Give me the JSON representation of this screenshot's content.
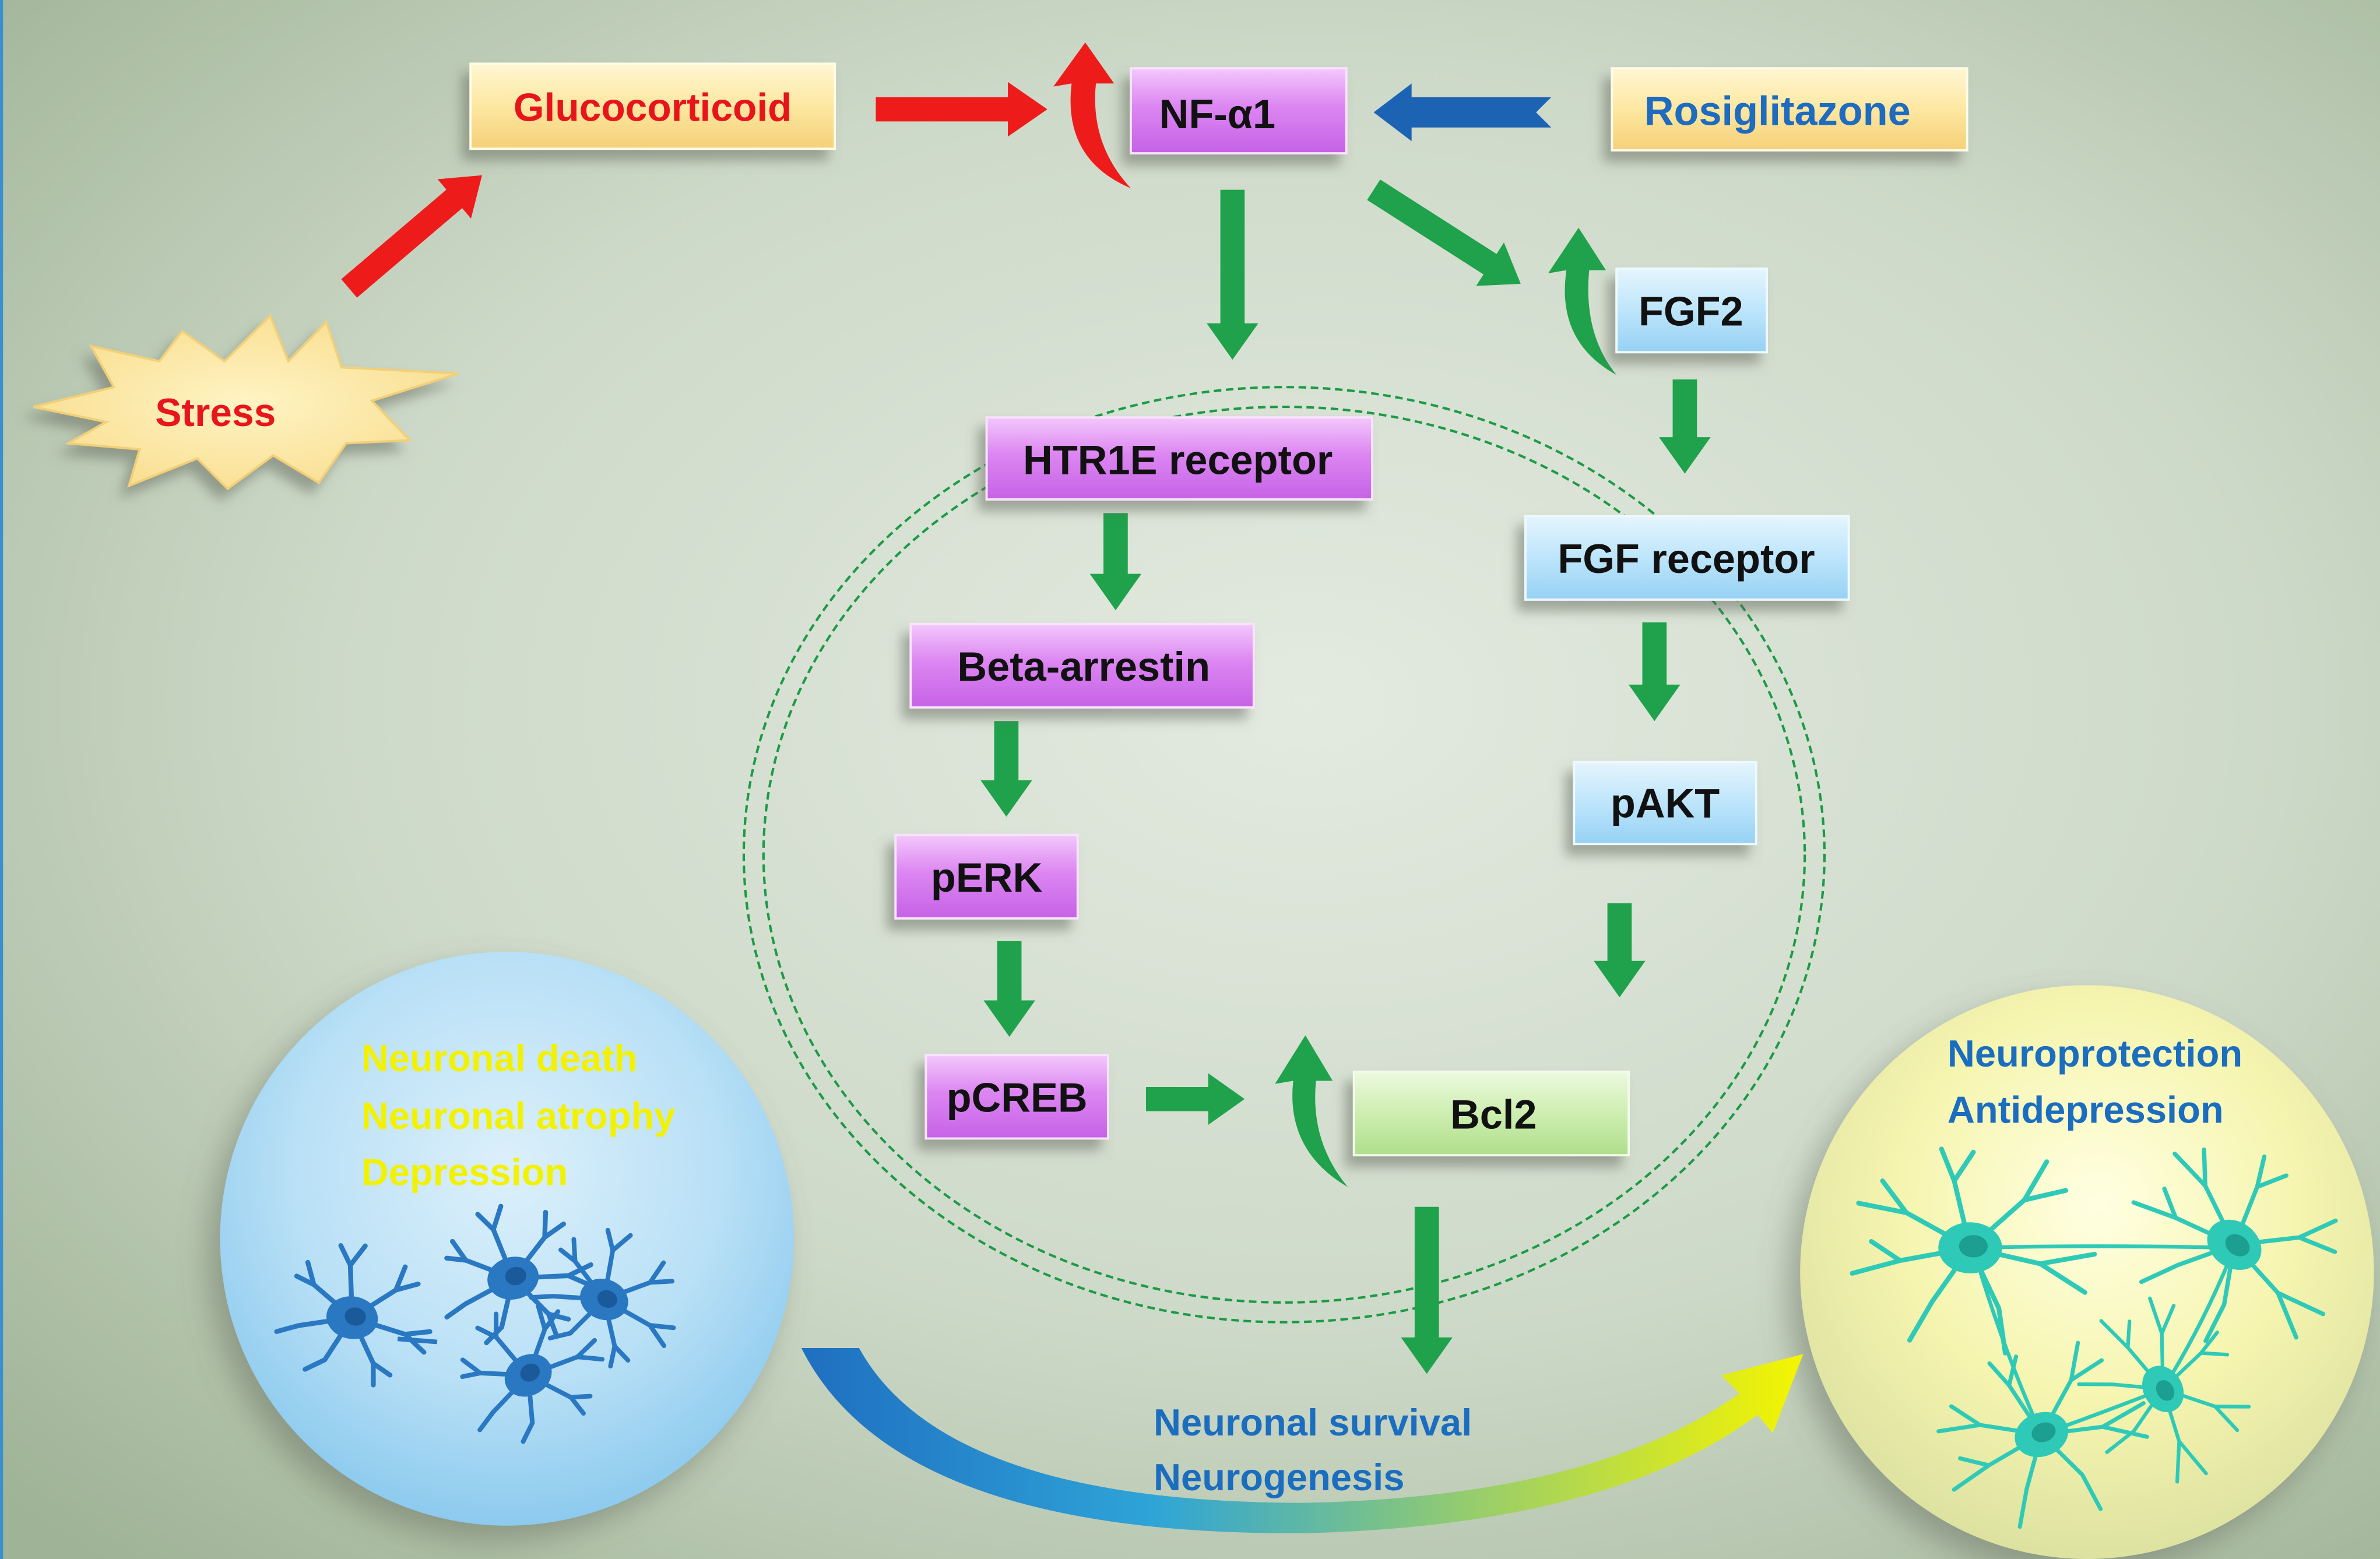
{
  "diagram": {
    "stress": "Stress",
    "glucocorticoid": "Glucocorticoid",
    "nf_alpha1": "NF-α1",
    "rosiglitazone": "Rosiglitazone",
    "htr1e_receptor": "HTR1E receptor",
    "beta_arrestin": "Beta-arrestin",
    "perk": "pERK",
    "pcreb": "pCREB",
    "fgf2": "FGF2",
    "fgf_receptor": "FGF receptor",
    "pakt": "pAKT",
    "bcl2": "Bcl2",
    "left_outcomes": [
      "Neuronal death",
      "Neuronal atrophy",
      "Depression"
    ],
    "right_outcomes": [
      "Neuroprotection",
      "Antidepression"
    ],
    "bottom_outcomes": [
      "Neuronal survival",
      "Neurogenesis"
    ]
  },
  "colors": {
    "promote_arrow": "#1fa24b",
    "stress_arrow": "#ee1b1b",
    "rosiglitazone_arrow": "#1d63b4",
    "nf_pathway_box": "#dc86f2",
    "fgf_pathway_box": "#bde5fb",
    "drug_box": "#fde7a1",
    "bcl2_box": "#cdeeb0",
    "stress_text": "#e8161c",
    "glucocorticoid_text": "#e8141b",
    "rosiglitazone_text": "#1e6bbf",
    "left_outcome_text": "#f2f200",
    "blue_outcome_text": "#1a6dbf",
    "left_circle": "#b9e0f6",
    "right_circle": "#f6f5b0",
    "pathway_ring": "#1d9a45",
    "damaged_neuron": "#2a78c2",
    "healthy_neuron": "#2fcab7"
  },
  "icons": {
    "left_circle_neurons": "damaged-neuron-icon",
    "right_circle_neurons": "healthy-neuron-icon",
    "stress_shape": "starburst-icon"
  }
}
